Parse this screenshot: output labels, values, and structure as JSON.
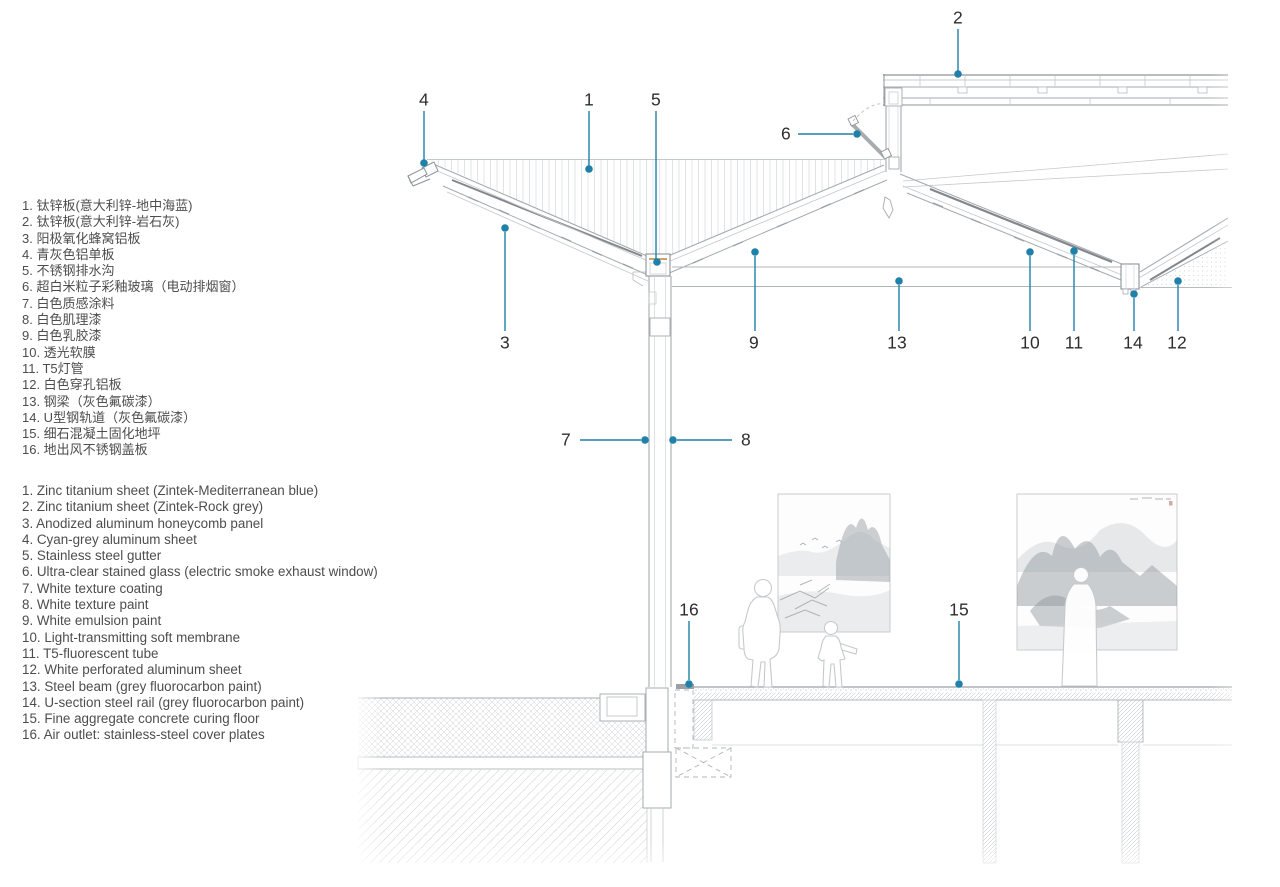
{
  "drawing": {
    "title": "Roof and floor construction section detail",
    "type": "architectural-section-diagram"
  },
  "colors": {
    "callout_accent": "#1f81a9",
    "line_gray": "#8d9396",
    "text_gray": "#4d4d4d"
  },
  "legend_zh": {
    "items": [
      "1. 钛锌板(意大利锌-地中海蓝)",
      "2. 钛锌板(意大利锌-岩石灰)",
      "3. 阳极氧化蜂窝铝板",
      "4. 青灰色铝单板",
      "5. 不锈钢排水沟",
      "6. 超白米粒子彩釉玻璃（电动排烟窗）",
      "7. 白色质感涂料",
      "8. 白色肌理漆",
      "9. 白色乳胶漆",
      "10. 透光软膜",
      "11. T5灯管",
      "12. 白色穿孔铝板",
      "13. 钢梁（灰色氟碳漆）",
      "14. U型钢轨道（灰色氟碳漆）",
      "15. 细石混凝土固化地坪",
      "16. 地出风不锈钢盖板"
    ]
  },
  "legend_en": {
    "items": [
      "1. Zinc titanium sheet (Zintek-Mediterranean blue)",
      "2. Zinc titanium sheet (Zintek-Rock grey)",
      "3. Anodized aluminum honeycomb panel",
      "4. Cyan-grey aluminum sheet",
      "5. Stainless steel gutter",
      "6. Ultra-clear stained glass (electric smoke exhaust window)",
      "7. White texture coating",
      "8. White texture paint",
      "9. White emulsion paint",
      "10. Light-transmitting soft membrane",
      "11. T5-fluorescent tube",
      "12. White perforated aluminum sheet",
      "13. Steel beam (grey fluorocarbon paint)",
      "14. U-section steel rail (grey fluorocarbon paint)",
      "15. Fine aggregate concrete curing floor",
      "16. Air outlet: stainless-steel cover plates"
    ]
  },
  "callouts": [
    {
      "num": "1"
    },
    {
      "num": "2"
    },
    {
      "num": "3"
    },
    {
      "num": "4"
    },
    {
      "num": "5"
    },
    {
      "num": "6"
    },
    {
      "num": "7"
    },
    {
      "num": "8"
    },
    {
      "num": "9"
    },
    {
      "num": "10"
    },
    {
      "num": "11"
    },
    {
      "num": "12"
    },
    {
      "num": "13"
    },
    {
      "num": "14"
    },
    {
      "num": "15"
    },
    {
      "num": "16"
    }
  ]
}
